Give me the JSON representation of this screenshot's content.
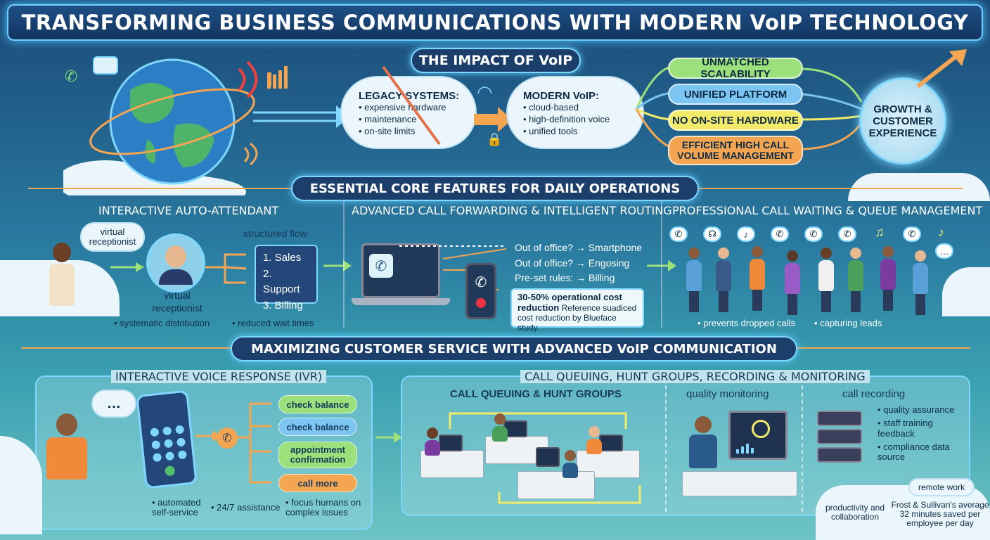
{
  "title": "TRANSFORMING BUSINESS COMMUNICATIONS WITH MODERN VoIP TECHNOLOGY",
  "impact": {
    "heading": "THE IMPACT OF VoIP",
    "legacy": {
      "title": "LEGACY SYSTEMS:",
      "items": [
        "expensive hardware",
        "maintenance",
        "on-site limits"
      ]
    },
    "modern": {
      "title": "MODERN VoIP:",
      "items": [
        "cloud-based",
        "high-definition voice",
        "unified tools"
      ]
    },
    "benefits": [
      "UNMATCHED SCALABILITY",
      "UNIFIED PLATFORM",
      "NO ON-SITE HARDWARE",
      "EFFICIENT HIGH CALL VOLUME MANAGEMENT"
    ],
    "outcome": "GROWTH & CUSTOMER EXPERIENCE"
  },
  "core": {
    "heading": "ESSENTIAL CORE FEATURES FOR DAILY OPERATIONS",
    "auto": {
      "title": "INTERACTIVE AUTO-ATTENDANT",
      "bubble": "virtual receptionist",
      "caption": "virtual receptionist",
      "flow_label": "structured flow",
      "menu": [
        "1. Sales",
        "2. Support",
        "3. Billing"
      ],
      "notes": [
        "systematic distribution",
        "reduced wait times"
      ]
    },
    "forward": {
      "title": "ADVANCED CALL FORWARDING & INTELLIGENT ROUTING",
      "rules": [
        "Out of office? → Smartphone",
        "Out of office? → Engosing",
        "Pre-set rules: → Billing"
      ],
      "stat_bold": "30-50% operational cost reduction",
      "stat_rest": "Reference suadiced cost reduction by Blueface study."
    },
    "queue": {
      "title": "PROFESSIONAL CALL WAITING & QUEUE MANAGEMENT",
      "notes": [
        "prevents dropped calls",
        "capturing leads"
      ]
    }
  },
  "service": {
    "heading": "MAXIMIZING CUSTOMER SERVICE WITH ADVANCED VoIP COMMUNICATION",
    "ivr": {
      "title": "INTERACTIVE VOICE RESPONSE (IVR)",
      "options": [
        "check balance",
        "check balance",
        "appointment confirmation",
        "call more"
      ],
      "notes": [
        "automated self-service",
        "24/7 assistance",
        "focus humans on complex issues"
      ]
    },
    "queuing": {
      "title": "CALL QUEUING, HUNT GROUPS, RECORDING & MONITORING",
      "hunt": "CALL QUEUING & HUNT GROUPS",
      "monitoring": "quality monitoring",
      "recording": "call recording",
      "recording_items": [
        "quality assurance",
        "staff training feedback",
        "compliance data source"
      ]
    },
    "remote": {
      "label": "remote work",
      "productivity": "productivity and collaboration",
      "stat": "Frost & Sullivan's average 32 minutes saved per employee per day"
    }
  },
  "colors": {
    "green": "#9be07a",
    "blue": "#7cc4f2",
    "yellow": "#f3ea6a",
    "orange": "#f4a552",
    "accent": "#7fd7ff"
  }
}
